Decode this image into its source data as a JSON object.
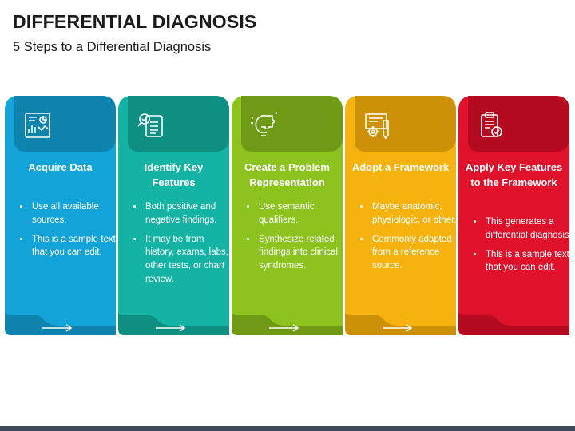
{
  "title": "DIFFERENTIAL DIAGNOSIS",
  "subtitle": "5 Steps to a Differential Diagnosis",
  "steps": [
    {
      "title": "Acquire Data",
      "icon": "data-analysis-icon",
      "color": "#12a4d9",
      "dark": "#0d7fa8",
      "bullets": [
        "Use all available sources.",
        "This is a sample text that you can edit."
      ]
    },
    {
      "title": "Identify Key Features",
      "icon": "checklist-magnifier-icon",
      "color": "#15b3a4",
      "dark": "#0e8a7e",
      "bullets": [
        "Both positive and negative findings.",
        "It may be from history, exams, labs, other tests, or chart review."
      ]
    },
    {
      "title": "Create a Problem Representation",
      "icon": "lightbulb-puzzle-icon",
      "color": "#8cc31f",
      "dark": "#6a9615",
      "bullets": [
        "Use semantic qualifiers.",
        "Synthesize related findings into clinical syndromes."
      ]
    },
    {
      "title": "Adopt a Framework",
      "icon": "framework-gears-icon",
      "color": "#f6b20f",
      "dark": "#c88d06",
      "bullets": [
        "Maybe anatomic, physiologic, or other.",
        "Commonly adapted from a reference source."
      ]
    },
    {
      "title": "Apply Key Features to the Framework",
      "icon": "clipboard-check-icon",
      "color": "#e0112b",
      "dark": "#b00b20",
      "bullets": [
        "This generates a differential diagnosis.",
        "This is a sample text that you can edit."
      ]
    }
  ]
}
